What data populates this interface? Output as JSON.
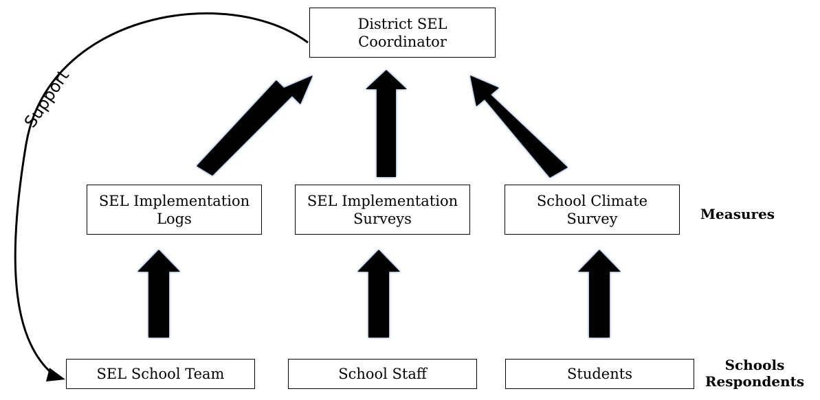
{
  "coordinator": {
    "line1": "District SEL",
    "line2": "Coordinator"
  },
  "measures": {
    "label": "Measures",
    "logs": {
      "line1": "SEL Implementation",
      "line2": "Logs"
    },
    "surveys": {
      "line1": "SEL Implementation",
      "line2": "Surveys"
    },
    "climate": {
      "line1": "School Climate",
      "line2": "Survey"
    }
  },
  "respondents": {
    "label_line1": "Schools",
    "label_line2": "Respondents",
    "team": "SEL School Team",
    "staff": "School Staff",
    "students": "Students"
  },
  "support_label": "Support",
  "colors": {
    "arrow": "#000000",
    "arrow_glow": "#3a5f9a",
    "line": "#000000"
  }
}
